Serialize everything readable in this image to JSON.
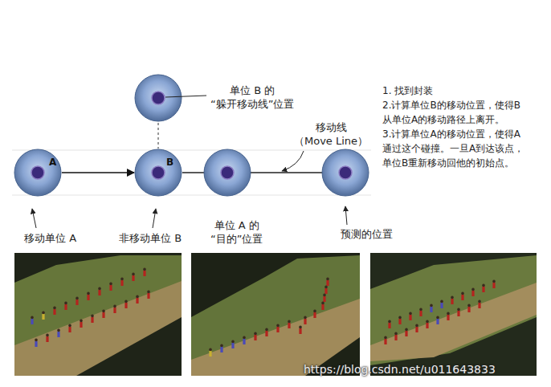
{
  "diagram": {
    "nodes": [
      {
        "text": [
          "A"
        ]
      },
      {
        "text": [
          "B"
        ]
      }
    ],
    "edges": [
      {
        "from": 0,
        "to": 1,
        "arrow": "to"
      }
    ],
    "labels": [
      "单位 B 的 “躲开移动线”位置",
      "1. 找到封装",
      "2.计算单位B的移动位置，使得B从单位A的移动路径上离开。",
      "3.计算单位A的移动位置，使得A通过这个碰撞。一旦A到达该点，单位B重新移动回他的初始点。",
      "移动线 （Move Line）",
      "移动单位 A",
      "非移动单位 B",
      "单位 A 的 “目的”位置",
      "预测的位置",
      "https://blog.csdn.net/u011643833"
    ]
  }
}
